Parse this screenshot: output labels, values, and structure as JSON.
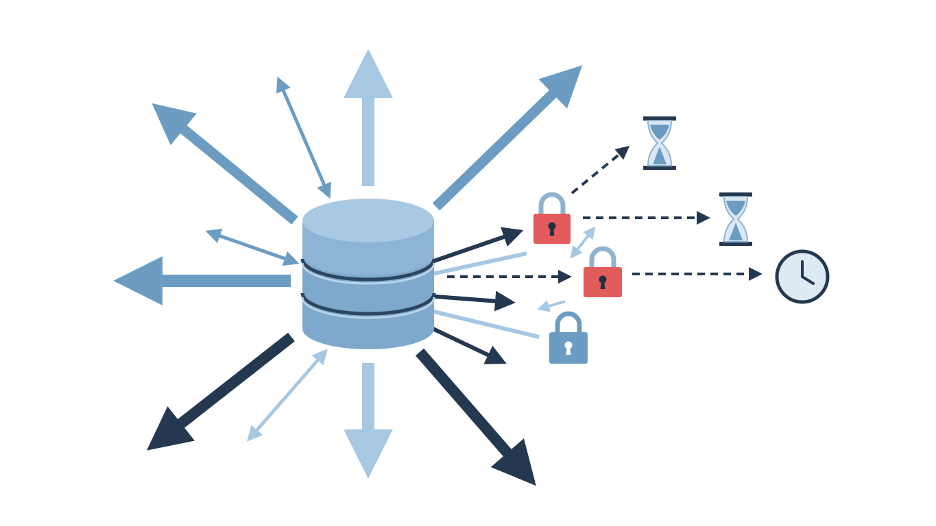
{
  "colors": {
    "background": "#ffffff",
    "dark_navy": "#243850",
    "mid_blue": "#6c9cc2",
    "light_blue": "#a7c8e2",
    "db_top": "#a9c8e2",
    "db_side": "#7fa9cc",
    "db_band": "#6e9cc4",
    "lock_red": "#e25c5c",
    "lock_blue": "#6c9cc2",
    "shackle": "#8fb2cf"
  },
  "diagram": {
    "central_node_icon": "database-icon",
    "lock_icons": [
      "lock-icon",
      "lock-icon",
      "lock-icon"
    ],
    "waiting_icons": [
      "hourglass-icon",
      "hourglass-icon"
    ],
    "timeout_icon": "clock-icon",
    "arrow_styles": [
      "solid",
      "dashed",
      "double-headed"
    ]
  }
}
